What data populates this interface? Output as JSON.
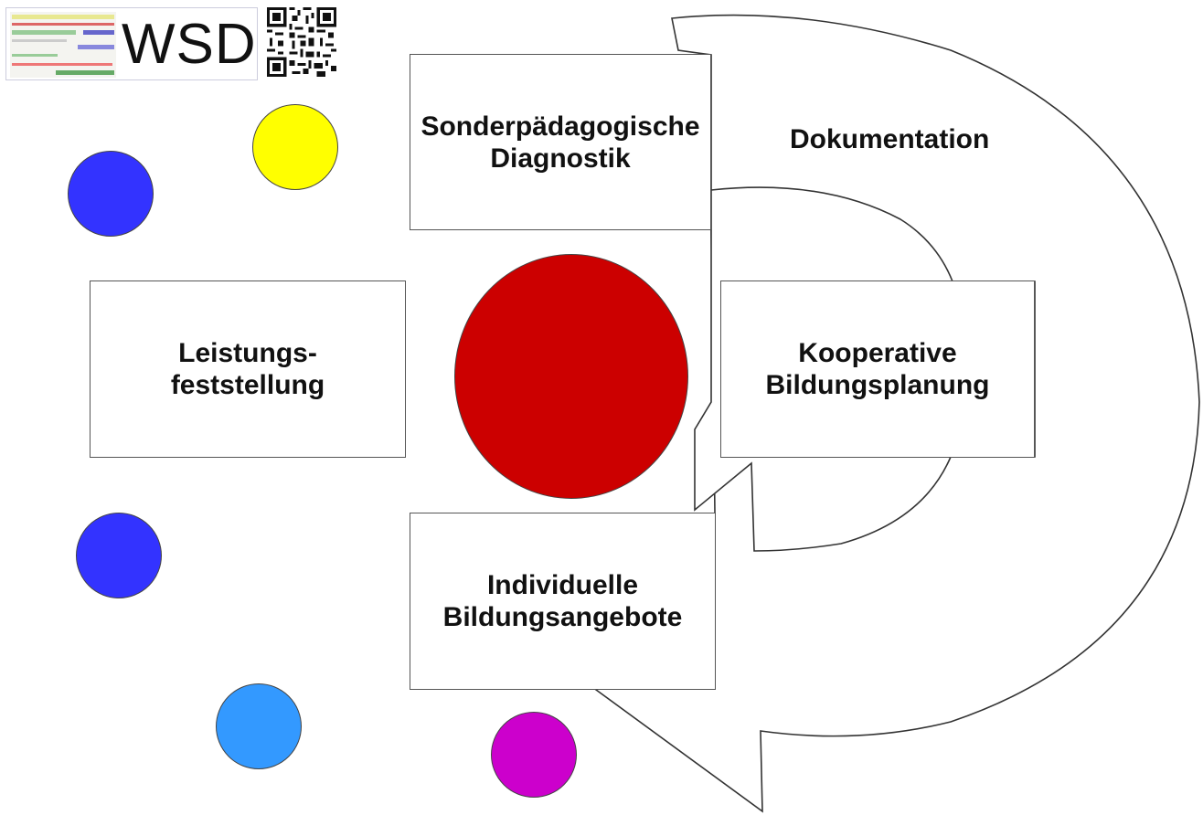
{
  "logo": {
    "text": "WSD",
    "qr_icon": "qr-code-icon"
  },
  "labels": {
    "documentation": "Dokumentation"
  },
  "boxes": {
    "diagnostics": "Sonderpädagogische\nDiagnostik",
    "performance": "Leistungs-\nfeststellung",
    "planning": "Kooperative\nBildungsplanung",
    "offers": "Individuelle\nBildungsangebote"
  },
  "colors": {
    "center": "#cc0000",
    "yellow": "#ffff00",
    "blue": "#3333ff",
    "light_blue": "#3399ff",
    "magenta": "#cc00cc"
  }
}
